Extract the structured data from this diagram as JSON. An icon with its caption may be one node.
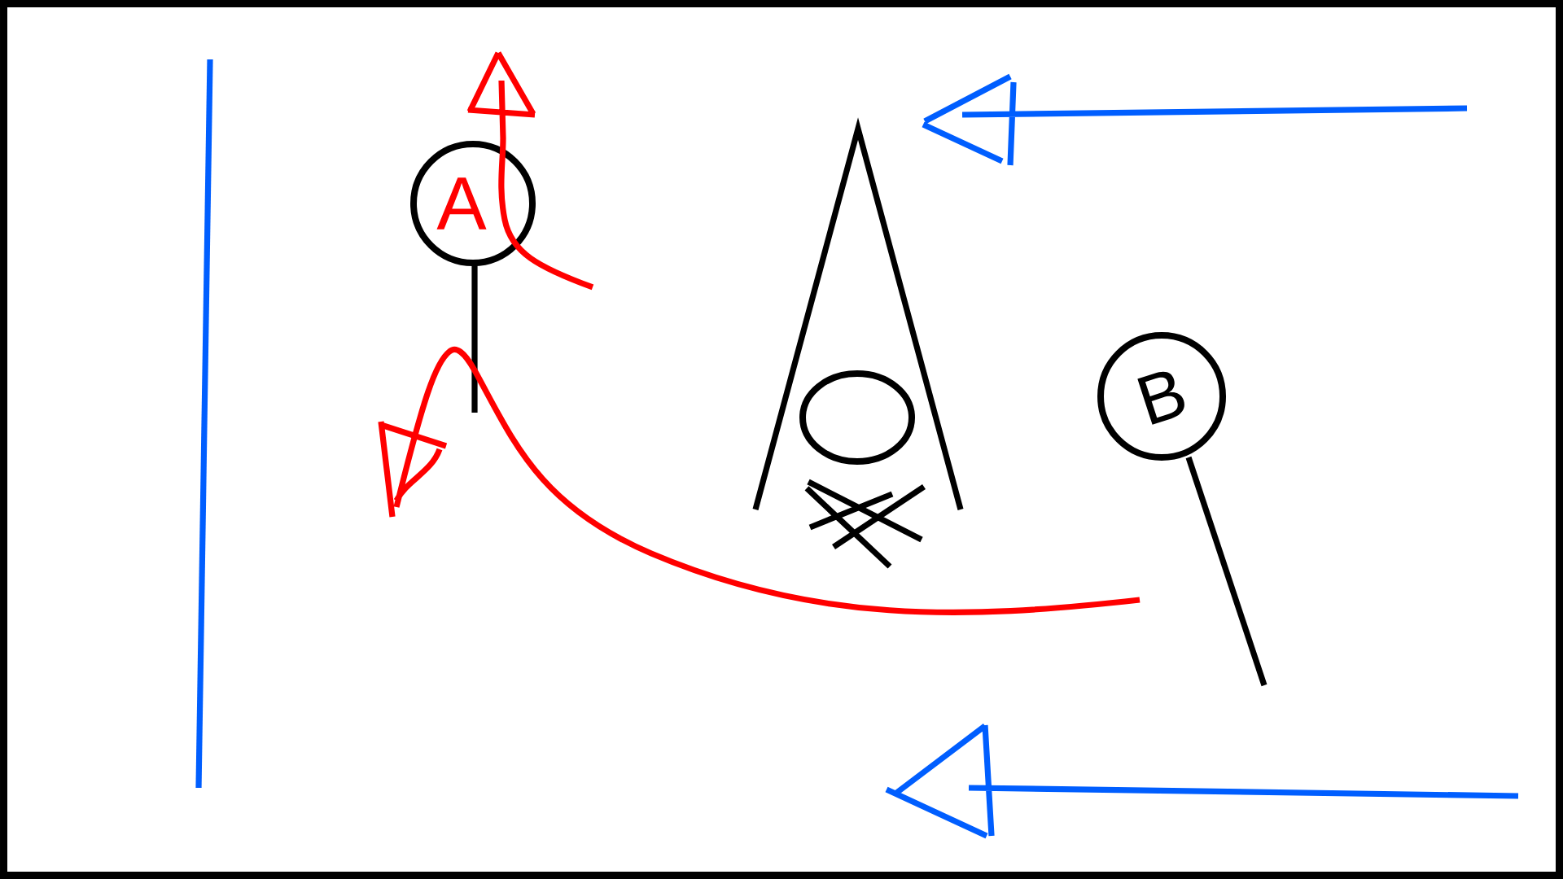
{
  "diagram": {
    "nodes": [
      {
        "text": [
          "A"
        ]
      },
      {
        "text": [
          "B"
        ]
      },
      {
        "text": [],
        "shape": "ellipse"
      }
    ]
  }
}
